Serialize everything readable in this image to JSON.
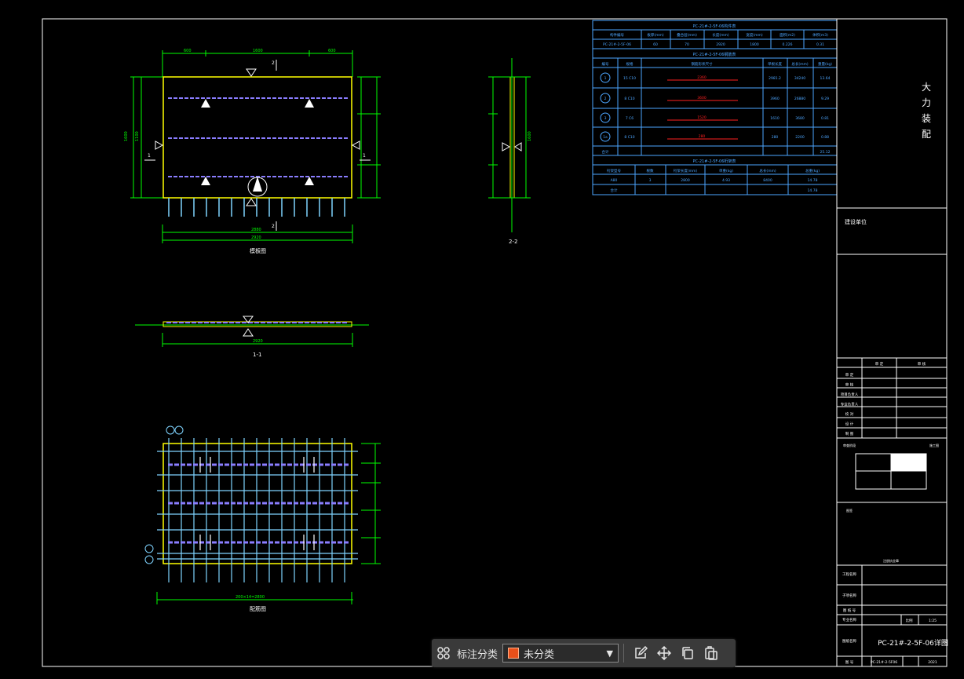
{
  "drawing": {
    "brand_chars": [
      "大",
      "力",
      "装",
      "配"
    ],
    "project_label": "建设单位",
    "drawing_title": "PC-21#-2-5F-06详图",
    "drawing_no": "PC-21#-2-5F06",
    "scale_label": "比例",
    "scale": "1:25",
    "year": "2021",
    "views": {
      "plan_title": "模板图",
      "section_1": "1-1",
      "section_2": "2-2",
      "rebar_title": "配筋图"
    },
    "dims": {
      "top_left": "600",
      "top_mid": "1600",
      "top_right": "600",
      "left_total": "1600",
      "left_inner": "1100",
      "bottom_inner": "2880",
      "bottom_total": "2920",
      "sec_total": "2920",
      "rebar_bottom": "200×14=2800",
      "sec2_height": "1600"
    },
    "tables": {
      "component_title": "PC-21#-2-5F-06构件表",
      "component_headers": [
        "构件编号",
        "板厚(mm)",
        "叠合层(mm)",
        "长度(mm)",
        "宽度(mm)",
        "面积(m2)",
        "体积(m3)"
      ],
      "component_row": [
        "PC-21#-2-5F-06",
        "60",
        "70",
        "2920",
        "1800",
        "0.226",
        "0.31"
      ],
      "rebar_title": "PC-21#-2-5F-06钢筋表",
      "rebar_headers": [
        "编号",
        "规格",
        "钢筋形状尺寸",
        "单根长度",
        "总长(mm)",
        "重量(kg)"
      ],
      "rebar_rows": [
        {
          "no": "1",
          "spec": "15 C10",
          "shape": "2360",
          "len": "2981.2",
          "total": "34240",
          "wt": "13.64"
        },
        {
          "no": "2",
          "spec": "8 C10",
          "shape": "3600",
          "len": "3960",
          "total": "26880",
          "wt": "9.29"
        },
        {
          "no": "3",
          "spec": "7 C6",
          "shape": "1520",
          "len": "1610",
          "total": "3680",
          "wt": "0.81"
        },
        {
          "no": "1a",
          "spec": "8 C10",
          "shape": "280",
          "len": "280",
          "total": "2200",
          "wt": "0.88"
        }
      ],
      "rebar_total_label": "合计",
      "rebar_total": "25.12",
      "truss_title": "PC-21#-2-5F-06桁架表",
      "truss_headers": [
        "桁架型号",
        "根数",
        "桁架长度(mm)",
        "单重(kg)",
        "总长(mm)",
        "总重(kg)"
      ],
      "truss_row": [
        "A80",
        "3",
        "2800",
        "4.93",
        "8400",
        "14.78"
      ],
      "truss_total_label": "合计",
      "truss_total": "14.78"
    },
    "titleblock": {
      "review_headers": [
        "审 定",
        "审 核"
      ],
      "sign_rows": [
        "审 定",
        "审 核",
        "项目负责人",
        "专业负责人",
        "校 对",
        "设 计",
        "制 图"
      ],
      "stage_label": "审查阶段",
      "stage_value": "施工图",
      "seal_label": "图签",
      "cert_text": "注册执业章",
      "sub_rows": [
        "工程名称",
        "子项名称",
        "图 纸 号",
        "专业名称"
      ],
      "bottom_left": [
        "图纸名称",
        "图 号"
      ]
    }
  },
  "toolbar": {
    "label": "标注分类",
    "selected": "未分类",
    "swatch_color": "#e8501a"
  }
}
